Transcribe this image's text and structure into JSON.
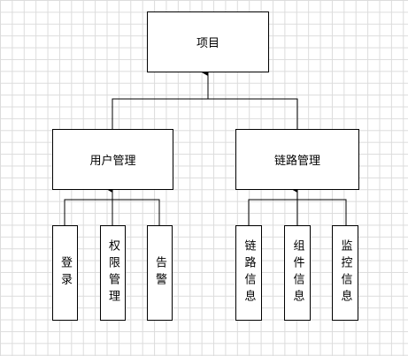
{
  "nodes": {
    "root": "项目",
    "user_mgmt": "用户管理",
    "link_mgmt": "链路管理",
    "login": "登录",
    "permission": "权限管理",
    "alarm": "告警",
    "link_info": "链路信息",
    "component_info": "组件信息",
    "monitor_info": "监控信息"
  }
}
